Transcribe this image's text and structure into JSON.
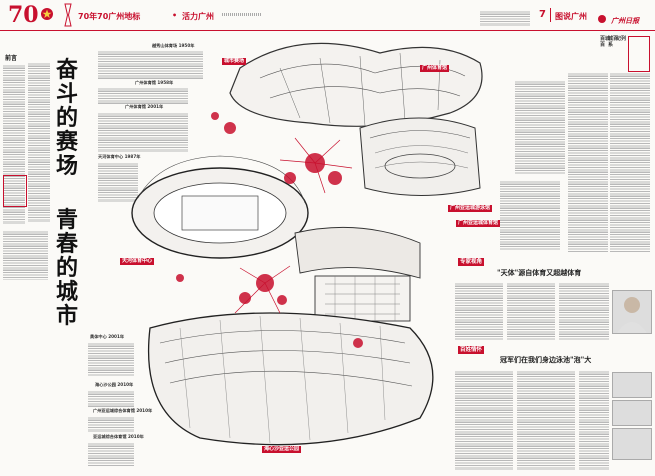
{
  "header": {
    "logo_number": "70",
    "series_title": "70年70广州地标",
    "section_title": "活力广州",
    "page_number": "7",
    "column_name": "图说广州",
    "newspaper_name": "广州日报",
    "series_tag_line1": "百城百",
    "series_tag_line2": "城百系",
    "series_tag_line3": "纪列"
  },
  "left_column": {
    "intro_label": "前言"
  },
  "main_title": {
    "line1": "奋斗的赛场",
    "line2": "青春的城市"
  },
  "map_labels": {
    "tag_main": "城市赛场",
    "top_right": "广州体育馆",
    "mid_right_1": "广州亚运城游泳馆",
    "mid_right_2": "广州亚运城体育馆",
    "mid_left": "天河体育中心",
    "bottom_center": "海心沙亚运公园",
    "timeline_1": "越秀山体育场  1950年",
    "timeline_2": "广州体育馆  1958年",
    "timeline_3": "天河体育中心  1987年",
    "timeline_4": "广州体育馆  2001年",
    "timeline_5": "奥体中心  2001年",
    "timeline_6": "海心沙公园  2010年",
    "timeline_7": "广州亚运城综合体育馆  2010年",
    "timeline_8": "亚运城综合体育馆  2010年"
  },
  "articles": {
    "expert_tag": "专家视角",
    "expert_headline": "\"天体\"源自体育又超越体育",
    "people_tag": "百姓情怀",
    "people_headline": "冠军们在我们身边泳池\"泡\"大"
  },
  "colors": {
    "accent": "#c8102e",
    "ink": "#222222",
    "paper": "#fbfaf7"
  }
}
